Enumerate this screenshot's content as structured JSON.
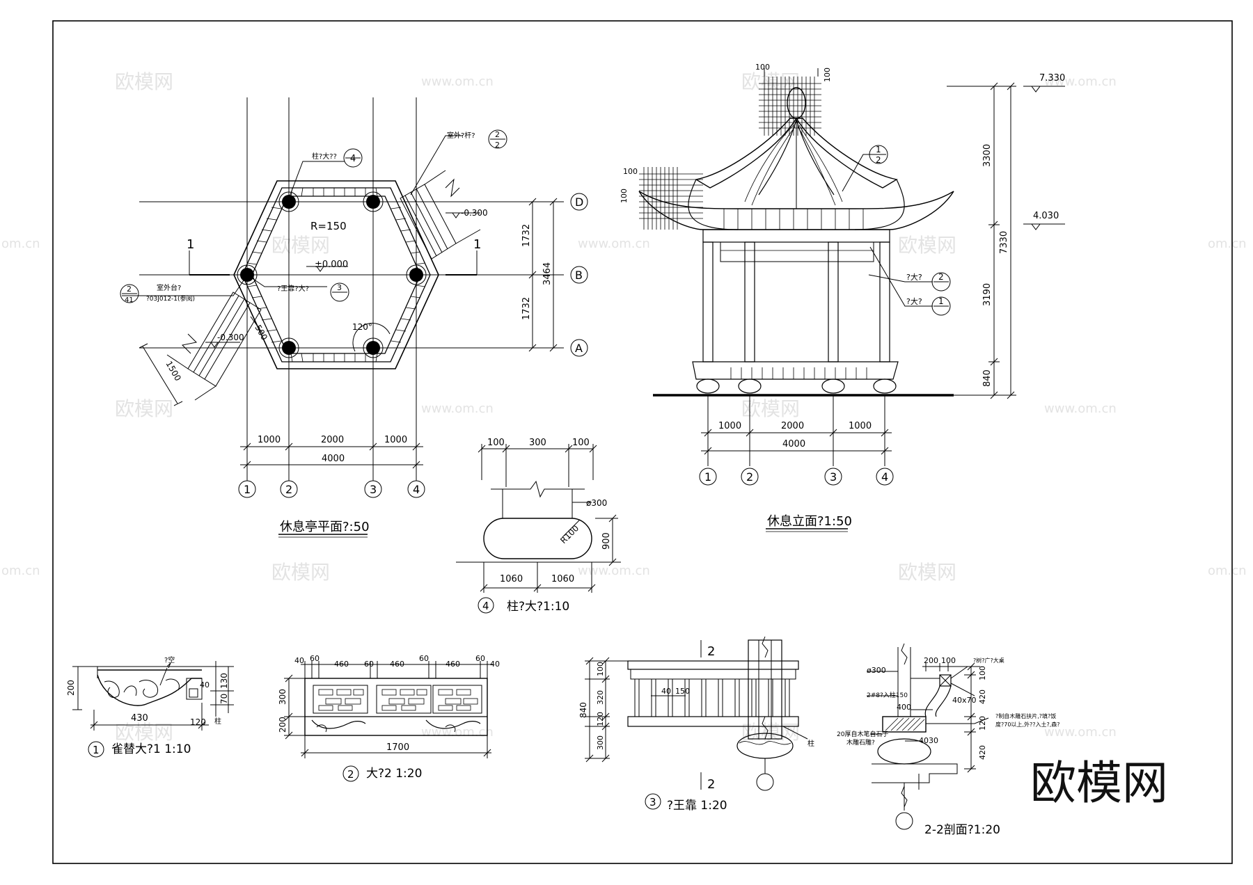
{
  "plan": {
    "title": "休息亭平面?:50",
    "radius": "R=150",
    "elev_zero": "±0.000",
    "elev_step": "-0.300",
    "elev_step_left": "-0.300",
    "col_detail_label": "柱?大??",
    "col_detail_ref": "4",
    "outer_rail_label": "室外?杆?",
    "outer_rail_ref": "2",
    "outer_rail_sub": "2",
    "seat_label": "?王靠?大?",
    "seat_ref": "3",
    "stair_label": "室外台?",
    "stair_std": "?03J012-1(参阅)",
    "stair_ref_top": "2",
    "stair_ref_bottom": "41",
    "angle": "120°",
    "dim_500": "500",
    "dim_1500": "1500",
    "dim_1732_top": "1732",
    "dim_1732_bottom": "1732",
    "dim_3464": "3464",
    "section_mark": "1",
    "dims_bottom": [
      "1000",
      "2000",
      "1000"
    ],
    "dim_total": "4000",
    "axes_vertical": [
      "1",
      "2",
      "3",
      "4"
    ],
    "axes_horizontal": [
      "D",
      "B",
      "A"
    ]
  },
  "elevation": {
    "title": "休息立面?1:50",
    "top_dims": [
      "100",
      "100"
    ],
    "left_dims": [
      "100",
      "100"
    ],
    "level_top": "7.330",
    "level_mid": "4.030",
    "vertical_dims": [
      "3300",
      "3190",
      "840"
    ],
    "vertical_total": "7330",
    "ref1_label": "?大?",
    "ref1": "2",
    "ref2_label": "?大?",
    "ref2": "1",
    "section_ref_top": "1",
    "section_ref_bottom": "2",
    "dims_bottom": [
      "1000",
      "2000",
      "1000"
    ],
    "dim_total": "4000",
    "axes": [
      "1",
      "2",
      "3",
      "4"
    ]
  },
  "column_detail": {
    "title": "柱?大?1:10",
    "number": "4",
    "top_dims": [
      "100",
      "300",
      "100"
    ],
    "diameter": "ø300",
    "radius": "R100",
    "height": "900",
    "bottom_dims": [
      "1060",
      "1060"
    ]
  },
  "detail1": {
    "title": "雀替大?1 1:10",
    "number": "1",
    "label_top": "?空",
    "label_col": "柱",
    "dims": [
      "200",
      "130",
      "70",
      "40",
      "430",
      "120"
    ]
  },
  "detail2": {
    "title": "大?2 1:20",
    "number": "2",
    "top_dims": [
      "40",
      "60",
      "460",
      "60",
      "460",
      "60",
      "460",
      "60",
      "40"
    ],
    "left_dims": [
      "300",
      "200"
    ],
    "width": "1700"
  },
  "detail3": {
    "title": "?王靠 1:20",
    "number": "3",
    "section_mark": "2",
    "left_dims": [
      "100",
      "320",
      "120",
      "300"
    ],
    "total_height": "840",
    "inner_dims": [
      "40",
      "150"
    ],
    "label_col": "柱"
  },
  "section22": {
    "title": "2-2剖面?1:20",
    "diameter": "ø300",
    "top_dims": [
      "200",
      "100"
    ],
    "label1": "?树?广?大桌",
    "label2": "2#8?入柱150",
    "dim_400": "400",
    "dim_40x70": "40x70",
    "label3": "?制自木雕石扶片,?填?饭",
    "label4": "度?70以上,外??入土?,森?",
    "label5": "20厚自木笔自石子",
    "label6": "木雕石雕?",
    "right_dims": [
      "100",
      "420",
      "120",
      "420"
    ],
    "dim_bottom": "4030"
  },
  "watermark": {
    "brand": "欧模网",
    "url": "www.om.cn",
    "url_short": "om.cn"
  }
}
